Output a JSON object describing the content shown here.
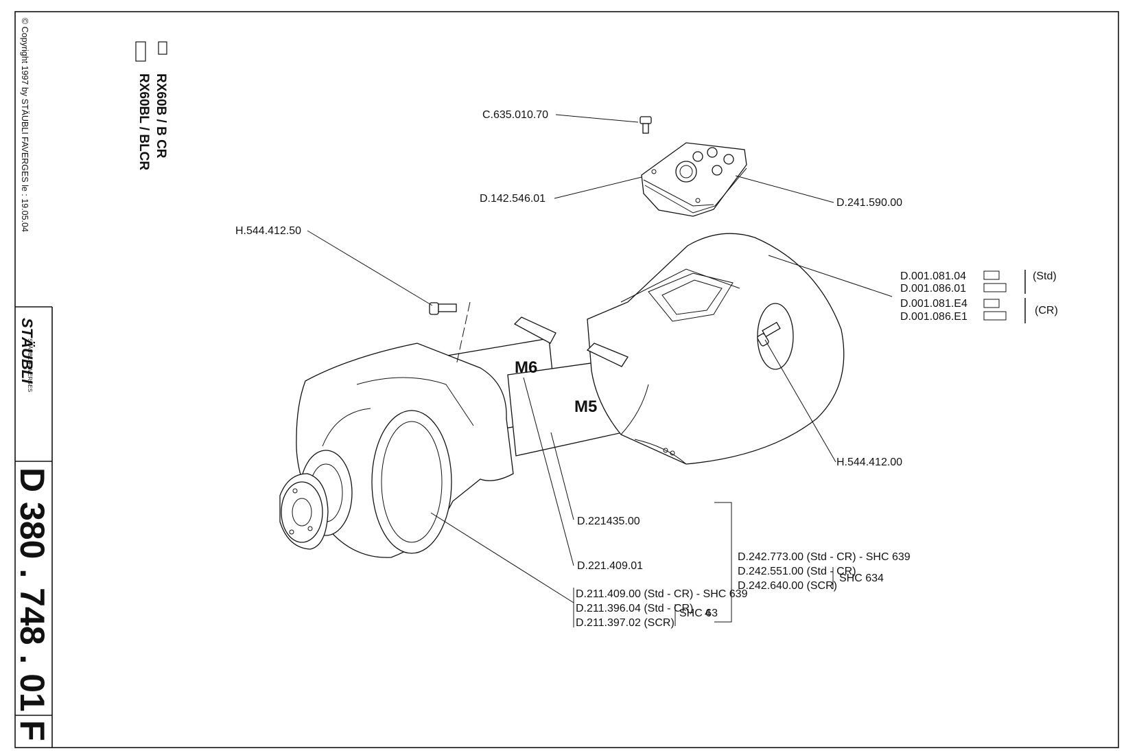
{
  "title_block": {
    "copyright": "© Copyright 1997 by STÄUBLI FAVERGES   le : 19.05.04",
    "logo_text": "STÄUBLI",
    "logo_sub": "STÄUBLI FAVERGES",
    "document_number": "D 380 . 748 . 01",
    "revision": "F"
  },
  "models": [
    {
      "label": "RX60B / B CR"
    },
    {
      "label": "RX60BL / BLCR"
    }
  ],
  "motor_labels": [
    "M6",
    "M5"
  ],
  "callouts": {
    "c635": "C.635.010.70",
    "d142": "D.142.546.01",
    "d241": "D.241.590.00",
    "h544_50": "H.544.412.50",
    "h544_00": "H.544.412.00",
    "d221435": "D.221435.00",
    "d221409": "D.221.409.01"
  },
  "variant_table": {
    "rows": [
      "D.001.081.04",
      "D.001.086.01",
      "D.001.081.E4",
      "D.001.086.E1"
    ],
    "std_label": "(Std)",
    "cr_label": "(CR)"
  },
  "list_d242": {
    "row1": "D.242.773.00 (Std - CR) - SHC 639",
    "row2": "D.242.551.00 (Std - CR)",
    "row3": "D.242.640.00 (SCR)",
    "shc": "SHC 634"
  },
  "list_d211": {
    "row1": "D.211.409.00 (Std - CR) - SHC 639",
    "row2": "D.211.396.04 (Std - CR)",
    "row3": "D.211.397.02 (SCR)",
    "shc": "SHC 63",
    "shc_overlap": "4"
  },
  "colors": {
    "ink": "#111111",
    "paper": "#ffffff"
  }
}
